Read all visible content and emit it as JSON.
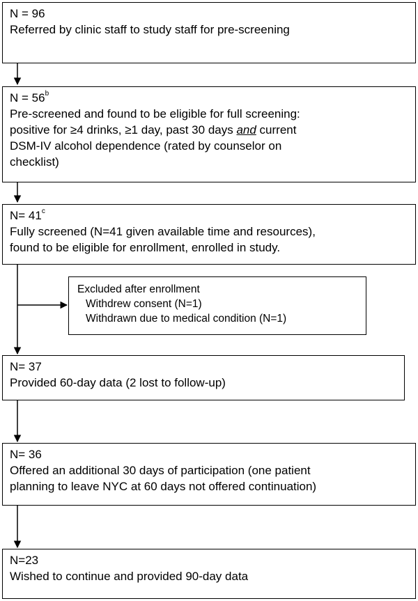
{
  "boxes": {
    "b1": {
      "n": "N = 96",
      "lines": [
        "Referred by clinic staff to study staff for pre-screening"
      ]
    },
    "b2": {
      "n": "N = 56",
      "sup": "b",
      "lines": [
        "Pre-screened and found to be eligible for full screening:",
        "positive for ≥4 drinks, ≥1 day, past 30 days ",
        "and",
        " current",
        "DSM-IV alcohol dependence (rated by counselor on",
        "checklist)"
      ]
    },
    "b3": {
      "n": "N= 41",
      "sup": "c",
      "lines": [
        "Fully screened (N=41 given available time and resources),",
        "found to be eligible for enrollment, enrolled in study."
      ]
    },
    "excl": {
      "title": "Excluded after enrollment",
      "lines": [
        "Withdrew consent (N=1)",
        "Withdrawn due to medical condition (N=1)"
      ]
    },
    "b4": {
      "n": "N= 37",
      "lines": [
        "Provided 60-day data (2 lost to follow-up)"
      ]
    },
    "b5": {
      "n": "N= 36",
      "lines": [
        "Offered an additional 30 days of participation (one patient",
        "planning to leave NYC at 60 days not offered continuation)"
      ]
    },
    "b6": {
      "n": "N=23",
      "lines": [
        "Wished to continue and provided 90-day data"
      ]
    }
  }
}
